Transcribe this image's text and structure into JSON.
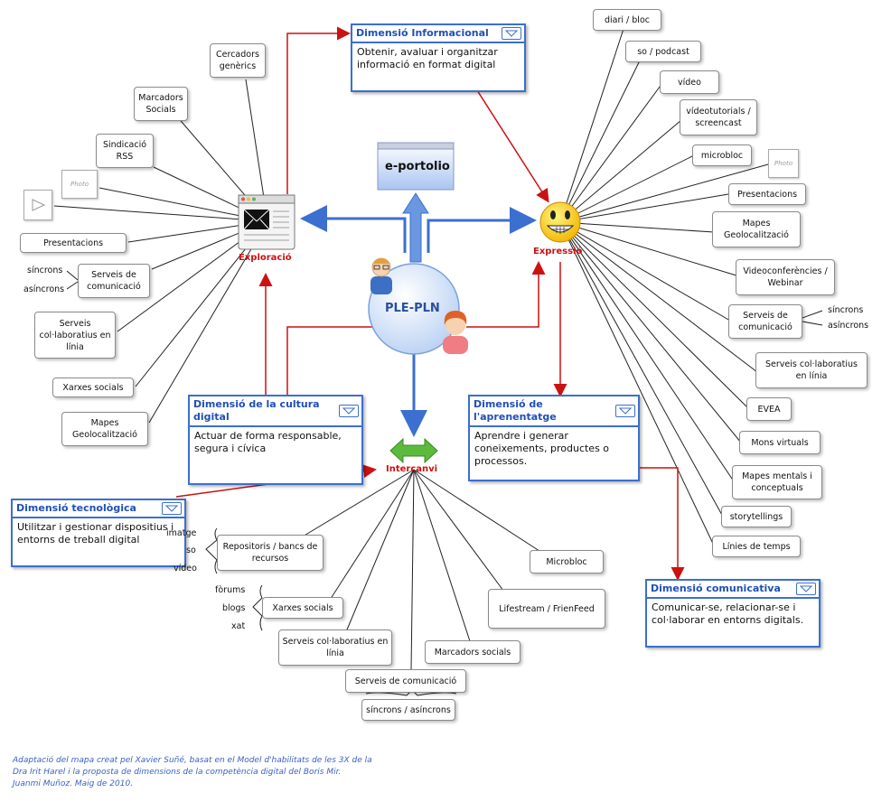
{
  "hub": {
    "label": "PLE-PLN"
  },
  "eportfolio": {
    "label": "e-portolio"
  },
  "hubs": {
    "exploracio": "Exploració",
    "expressio": "Expressió",
    "intercanvi": "Intercanvi"
  },
  "dimensions": {
    "informacional": {
      "title": "Dimensió Informacional",
      "body": "Obtenir, avaluar i organitzar informació en format digital"
    },
    "cultura": {
      "title": "Dimensió de la cultura digital",
      "body": "Actuar de forma responsable, segura i cívica"
    },
    "aprenentatge": {
      "title": "Dimensió de l'aprenentatge",
      "body": "Aprendre i generar coneixements, productes o processos."
    },
    "tecnologica": {
      "title": "Dimensió tecnològica",
      "body": "Utilitzar i gestionar dispositius i entorns de treball digital"
    },
    "comunicativa": {
      "title": "Dimensió comunicativa",
      "body": "Comunicar-se, relacionar-se i col·laborar en entorns digitals."
    }
  },
  "exploracio_items": {
    "cercadors": "Cercadors genèrics",
    "marcadors": "Marcadors Socials",
    "sindicacio": "Sindicació RSS",
    "photo": "Photo",
    "presentacions": "Presentacions",
    "serveis_com": "Serveis de comunicació",
    "sincrons": "síncrons",
    "asincrons": "asíncrons",
    "colab": "Serveis col·laboratius en línia",
    "xarxes": "Xarxes socials",
    "mapes": "Mapes Geolocalització"
  },
  "expressio_items": {
    "diari": "diari / bloc",
    "podcast": "so / podcast",
    "video": "vídeo",
    "videotutorials": "vídeotutorials / screencast",
    "microbloc": "microbloc",
    "photo": "Photo",
    "presentacions": "Presentacions",
    "mapes": "Mapes Geolocalització",
    "videoconf": "Videoconferències / Webinar",
    "serveis_com": "Serveis de comunicació",
    "sincrons": "síncrons",
    "asincrons": "asíncrons",
    "colab": "Serveis col·laboratius en línia",
    "evea": "EVEA",
    "mons": "Mons virtuals",
    "mapes_mentals": "Mapes mentals i conceptuals",
    "storytellings": "storytellings",
    "linies": "Línies de temps"
  },
  "intercanvi_items": {
    "repositoris": "Repositoris / bancs de recursos",
    "imatge": "imatge",
    "so": "so",
    "video": "vídeo",
    "xarxes": "Xarxes socials",
    "forums": "fòrums",
    "blogs": "blogs",
    "xat": "xat",
    "colab": "Serveis col·laboratius en línia",
    "serveis_com": "Serveis de comunicació",
    "sinc": "síncrons / asíncrons",
    "marcadors": "Marcadors socials",
    "lifestream": "Lifestream / FrienFeed",
    "microbloc": "Microbloc"
  },
  "footnote": {
    "line1": "Adaptació del mapa creat pel Xavier Suñé, basat en el Model d'habilitats de les 3X de la",
    "line2": "Dra Irit Harel i la proposta de dimensions de la competència digital del Boris Mir.",
    "line3": "Juanmi Muñoz. Maig de 2010."
  },
  "colors": {
    "blue": "#3b6fd0",
    "red": "#cc1111",
    "hub_fill": "#cfe0f8"
  }
}
